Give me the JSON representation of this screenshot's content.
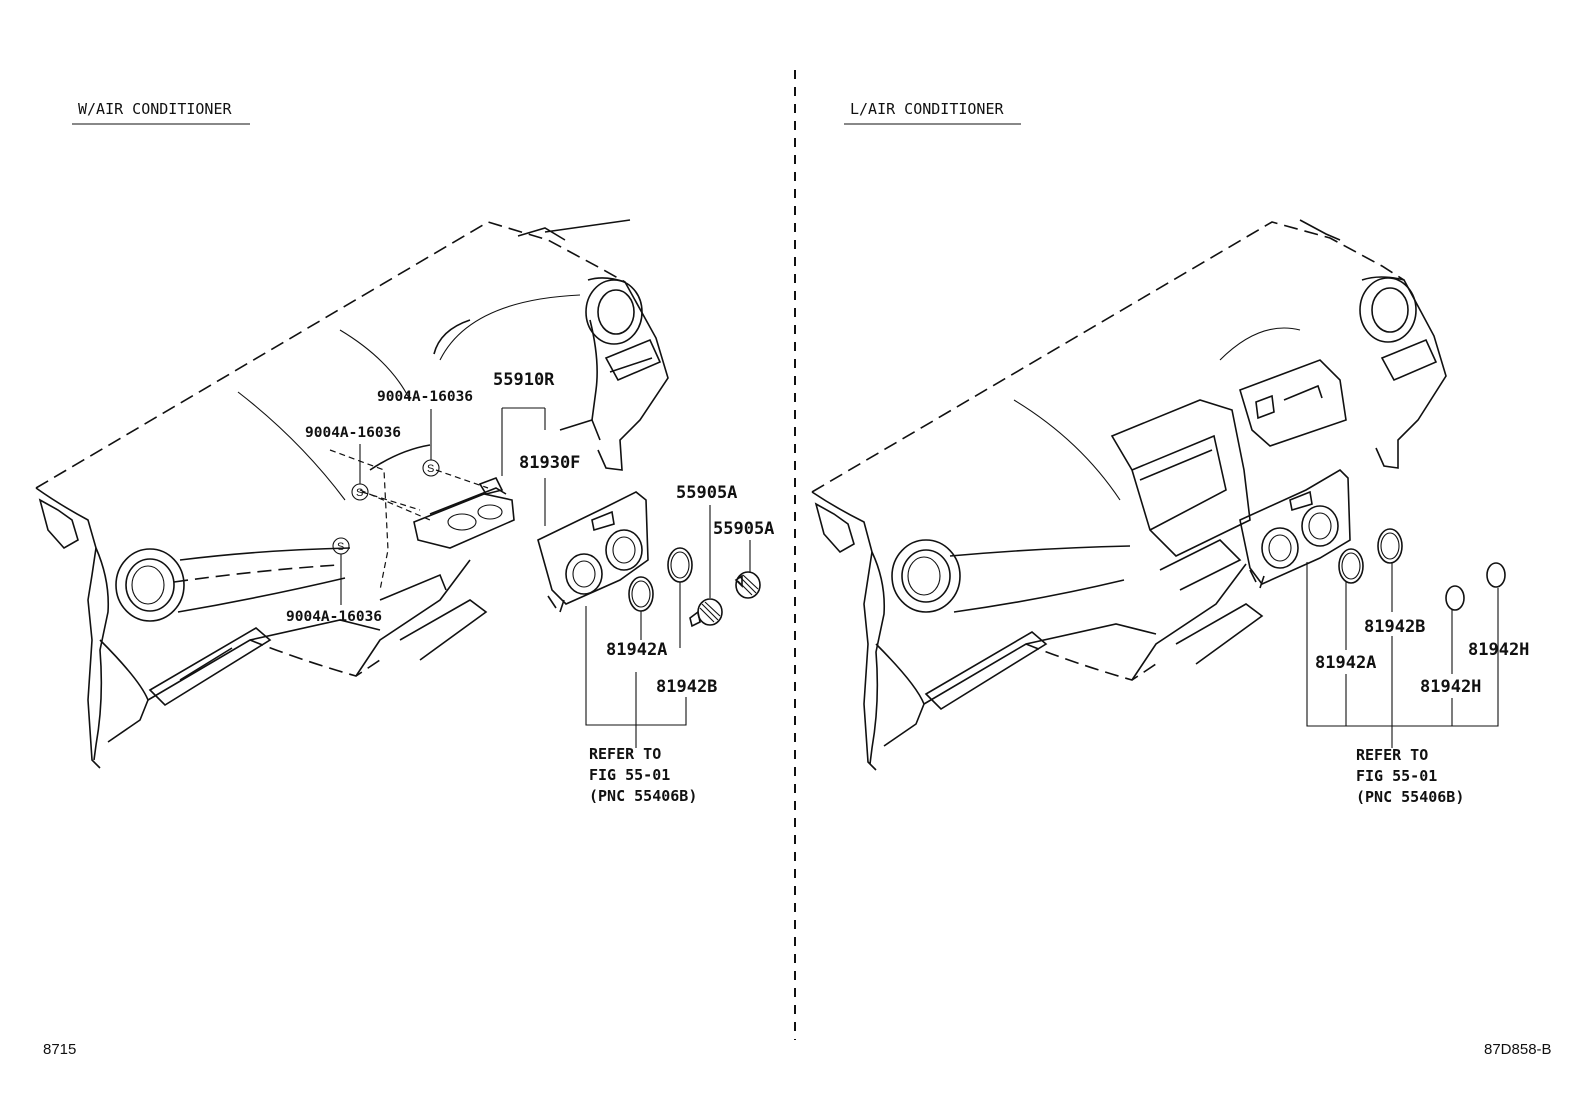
{
  "headings": {
    "left": "W/AIR CONDITIONER",
    "right": "L/AIR CONDITIONER"
  },
  "footer": {
    "left_code": "8715",
    "right_code": "87D858-B"
  },
  "left_view": {
    "parts": {
      "p55910R": "55910R",
      "p81930F": "81930F",
      "p55905A_1": "55905A",
      "p55905A_2": "55905A",
      "p9004A_top": "9004A-16036",
      "p9004A_mid": "9004A-16036",
      "p9004A_bottom": "9004A-16036",
      "p81942A": "81942A",
      "p81942B": "81942B"
    },
    "screw_symbol": "S",
    "refer": {
      "line1": "REFER TO",
      "line2": "FIG 55-01",
      "line3": "(PNC 55406B)"
    }
  },
  "right_view": {
    "parts": {
      "p81942B": "81942B",
      "p81942A": "81942A",
      "p81942H_1": "81942H",
      "p81942H_2": "81942H"
    },
    "refer": {
      "line1": "REFER TO",
      "line2": "FIG 55-01",
      "line3": "(PNC 55406B)"
    }
  }
}
